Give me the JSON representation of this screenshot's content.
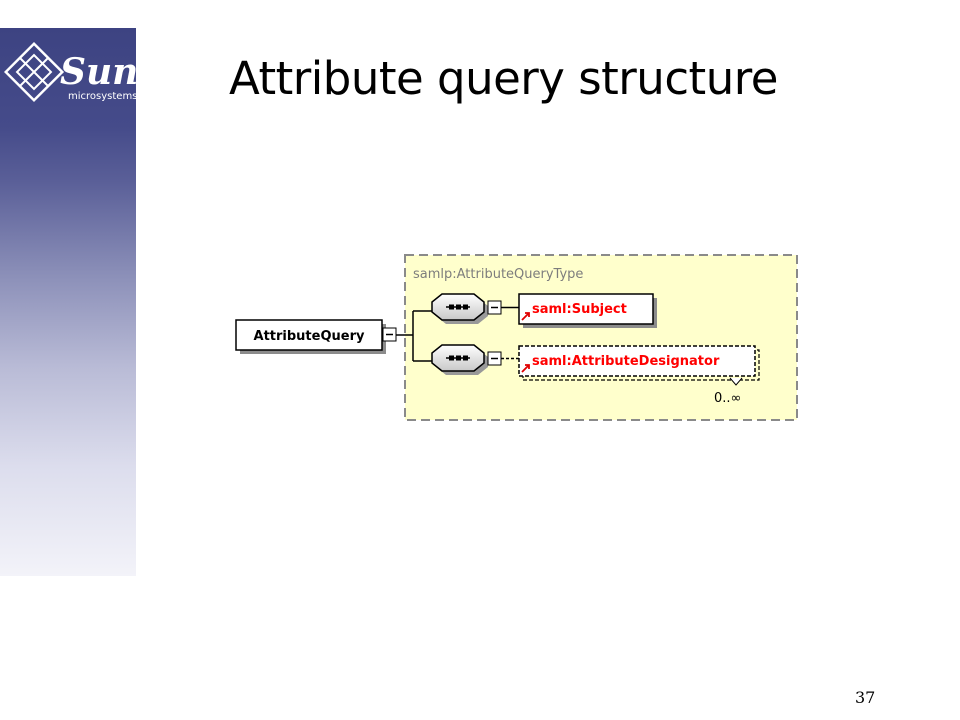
{
  "slide": {
    "title": "Attribute query structure",
    "page_number": "37"
  },
  "logo": {
    "brand": "Sun",
    "tagline": "microsystems"
  },
  "diagram": {
    "root_element": "AttributeQuery",
    "type_name": "samlp:AttributeQueryType",
    "children": [
      {
        "label": "saml:Subject",
        "optional": false
      },
      {
        "label": "saml:AttributeDesignator",
        "optional": true,
        "cardinality": "0..∞"
      }
    ]
  },
  "colors": {
    "sidebar_top": "#3d4382",
    "type_box_fill": "#ffffcc",
    "ref_name": "#ff0000"
  }
}
